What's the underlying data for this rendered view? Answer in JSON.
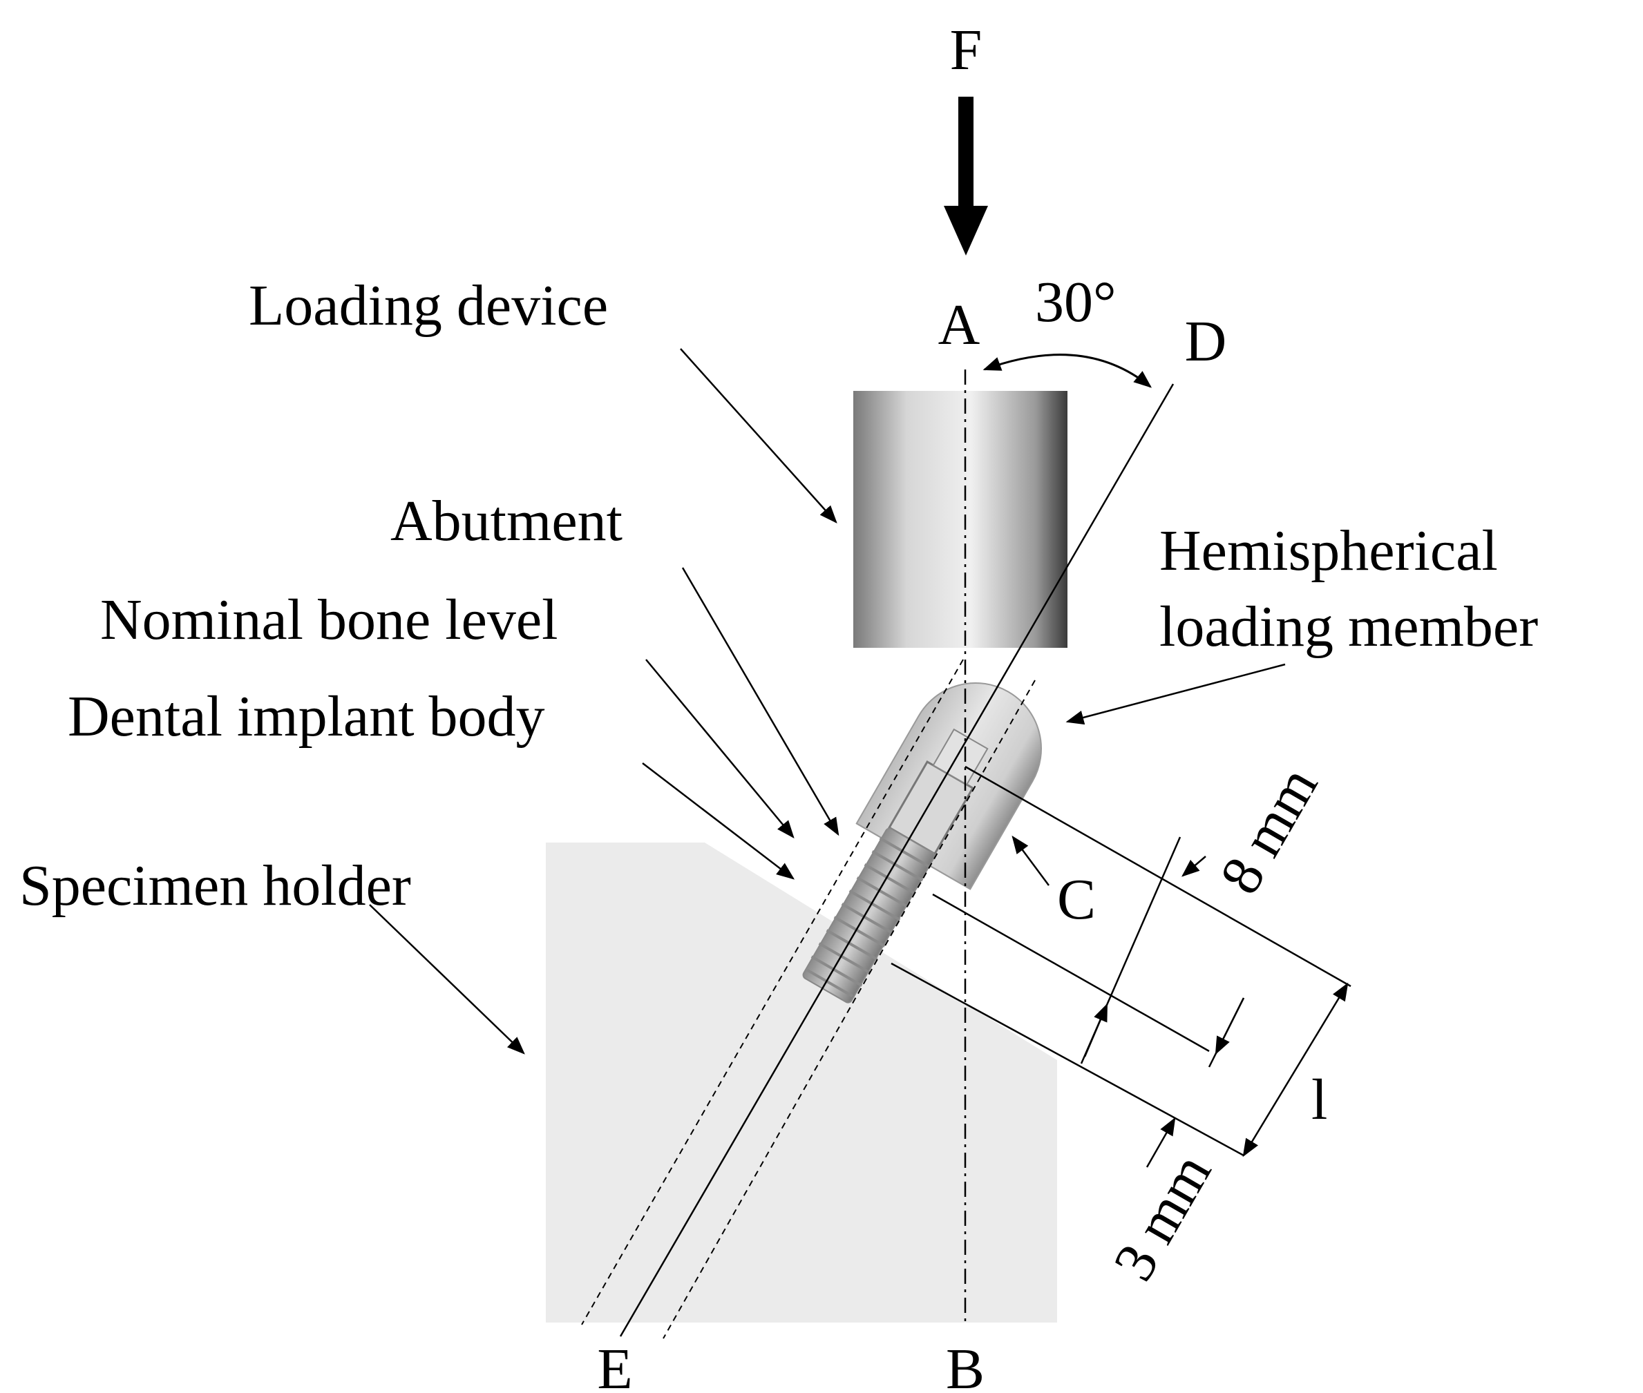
{
  "force_label": "F",
  "angle_label": "30°",
  "points": {
    "a": "A",
    "b": "B",
    "c": "C",
    "d": "D",
    "e": "E"
  },
  "labels": {
    "loading_device": "Loading device",
    "abutment": "Abutment",
    "nominal_bone_level": "Nominal bone level",
    "dental_implant_body": "Dental implant body",
    "specimen_holder": "Specimen holder",
    "hemispherical_line1": "Hemispherical",
    "hemispherical_line2": "loading member"
  },
  "dimensions": {
    "d8": "8 mm",
    "d3": "3 mm",
    "l": "l"
  }
}
